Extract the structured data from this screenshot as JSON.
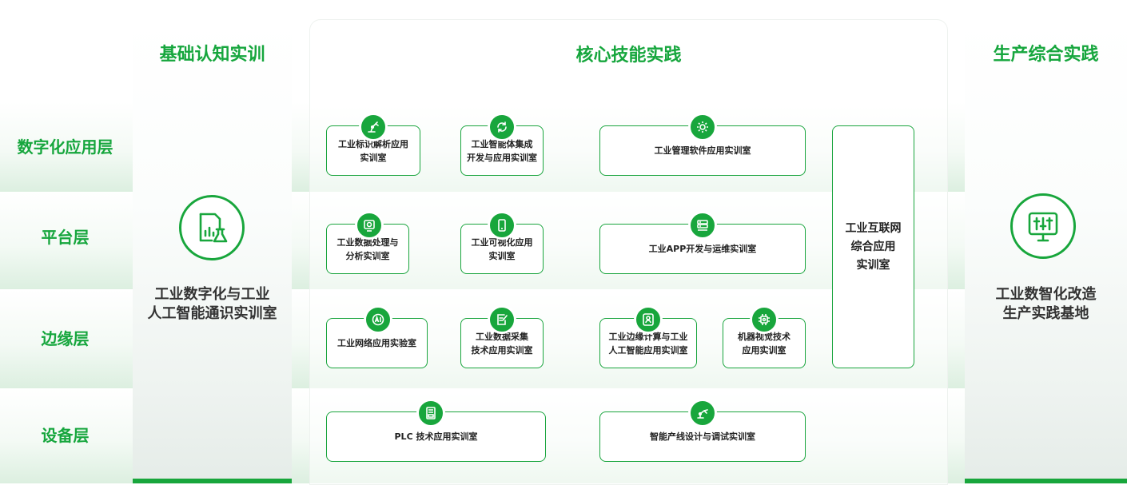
{
  "layers": [
    "数字化应用层",
    "平台层",
    "边缘层",
    "设备层"
  ],
  "columns": {
    "left": {
      "title": "基础认知实训",
      "label": "工业数字化与工业\n人工智能通识实训室",
      "icon": "document-chart-flask-icon"
    },
    "middle": {
      "title": "核心技能实践"
    },
    "right": {
      "title": "生产综合实践",
      "label": "工业数智化改造\n生产实践基地",
      "icon": "monitor-sliders-icon"
    }
  },
  "labs": [
    {
      "label": "工业标识解析应用\n实训室",
      "icon": "robot-arm-icon"
    },
    {
      "label": "工业智能体集成\n开发与应用实训室",
      "icon": "sync-chip-icon"
    },
    {
      "label": "工业管理软件应用实训室",
      "icon": "gear-network-icon"
    },
    {
      "label": "工业数据处理与\n分析实训室",
      "icon": "data-screen-icon"
    },
    {
      "label": "工业可视化应用\n实训室",
      "icon": "mobile-icon"
    },
    {
      "label": "工业APP开发与运维实训室",
      "icon": "server-icon"
    },
    {
      "label": "工业网络应用实验室",
      "icon": "ai-icon"
    },
    {
      "label": "工业数据采集\n技术应用实训室",
      "icon": "edit-document-icon"
    },
    {
      "label": "工业边缘计算与工业\n人工智能应用实训室",
      "icon": "user-card-icon"
    },
    {
      "label": "机器视觉技术\n应用实训室",
      "icon": "vision-chip-icon"
    },
    {
      "label": "PLC 技术应用实训室",
      "icon": "plc-icon"
    },
    {
      "label": "智能产线设计与调试实训室",
      "icon": "robot-arm-icon"
    }
  ],
  "side_lab": {
    "label": "工业互联网\n综合应用\n实训室"
  }
}
